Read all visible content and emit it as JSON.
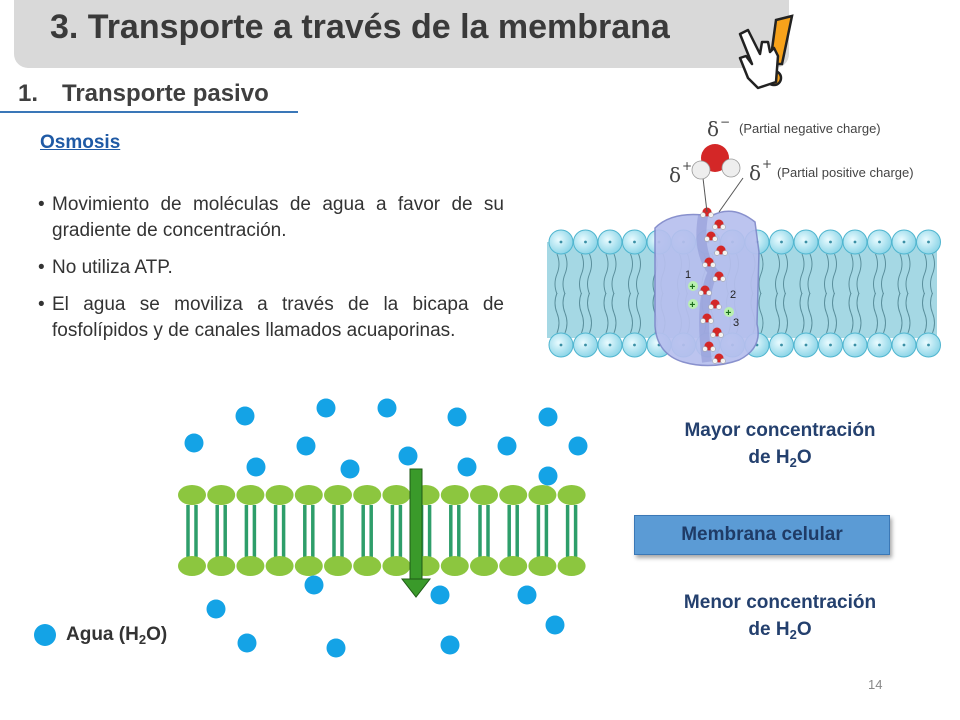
{
  "slide": {
    "title": "3. Transporte a través de la membrana",
    "section_number": "1.",
    "section_title": "Transporte pasivo",
    "heading": "Osmosis",
    "bullets": [
      "Movimiento de moléculas de agua a favor de su gradiente de concentración.",
      "No utiliza ATP.",
      "El agua se moviliza a través de la bicapa de fosfolípidos y de canales llamados acuaporinas."
    ],
    "bullet_symbol": "•",
    "page_number": "14"
  },
  "aquaporin_diagram": {
    "delta_minus": "δ",
    "delta_minus_sup": "−",
    "delta_plus": "δ",
    "delta_plus_sup": "+",
    "partial_negative": "(Partial negative charge)",
    "partial_positive": "(Partial positive charge)",
    "markers": [
      "1",
      "2",
      "3"
    ],
    "plus_sign": "+"
  },
  "osmosis_diagram": {
    "high_concentration_line1": "Mayor concentración",
    "high_concentration_line2": "de H",
    "low_concentration_line1": "Menor concentración",
    "low_concentration_line2": "de H",
    "subscript": "2",
    "oxygen": "O",
    "membrane_label": "Membrana celular",
    "legend_label": "Agua (H",
    "legend_sub": "2",
    "legend_end": "O)"
  },
  "colors": {
    "water_dot": "#14a3e6",
    "lipid_head": "#8cc63f",
    "lipid_tail": "#2e9e6a",
    "arrow": "#3a9a2a",
    "button": "#5b9bd5",
    "label_text": "#24406e",
    "heading_blue": "#1f5aa5"
  },
  "icons": {
    "hand": "pointing-hand-exclamation-icon"
  }
}
